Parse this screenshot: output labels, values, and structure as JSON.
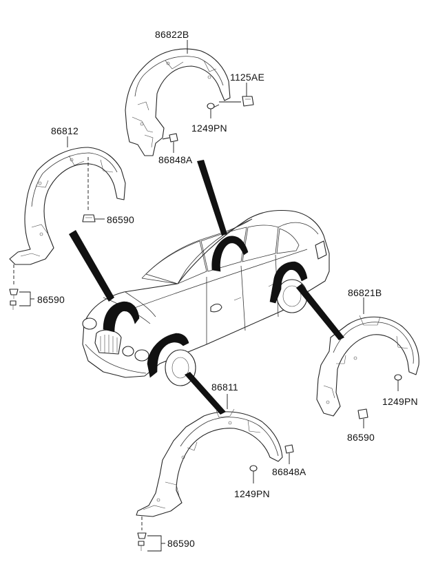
{
  "parts": {
    "fender_rear_left": "86822B",
    "fastener_rear_left_top": "1125AE",
    "screw_rear_left": "1249PN",
    "clip_rear_left": "86848A",
    "fender_front_left": "86812",
    "clip_front_left_upper": "86590",
    "clip_front_left_lower": "86590",
    "fender_rear_right": "86821B",
    "screw_rear_right": "1249PN",
    "clip_rear_right": "86590",
    "fender_front_right": "86811",
    "clip_front_right": "86848A",
    "screw_front_right": "1249PN",
    "clip_front_right_lower": "86590"
  }
}
